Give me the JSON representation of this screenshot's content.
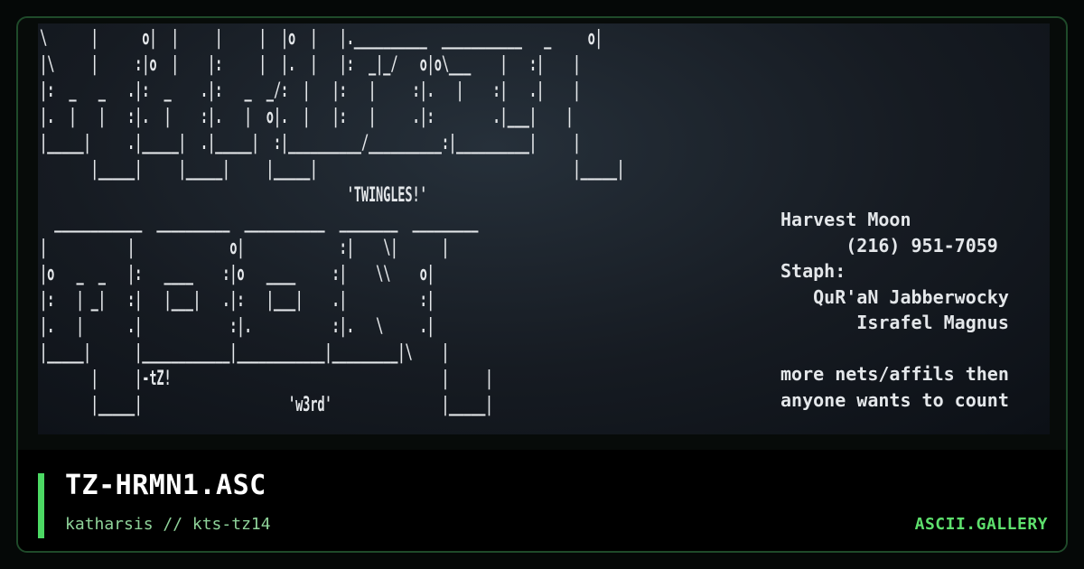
{
  "preview": {
    "ascii_lines": [
      "\\      |      o|  |     |     |  |o  |   |.__________  ___________   _     o|",
      "|\\     |     :|o  |    |:     |  |.  |   |:  _|_/   o|o\\___    |   :|    |",
      "|:  _   _   .|:  _    .|:   _  _/:  |   |:   |     :|.   |    :|   .|    |",
      "|.  |   |   :|.  |    :|.   |  o|.  |   |:   |     .|:        .|___|    |",
      "|_____|     .|_____|  .|_____|  :|__________/__________:|__________|     |",
      "       |_____|     |_____|     |_____|                                   |_____|",
      "                                          'TWINGLES!'",
      "  ____________  __________  ___________  ________  _________",
      "|           |             o|             :|    \\|      |",
      "|o   _  _   |:   ____    :|o   ____     :|    \\\\    o|",
      "|:   | _|   :|   |___|   .|:   |___|    .|          :|",
      "|.   |      .|            :|.           :|.   \\     .|",
      "|_____|      |____________|____________|_________|\\    |",
      "       |     |-tZ!                                     |     |",
      "       |_____|                    'w3rd'               |_____|"
    ],
    "info_lines": [
      "Harvest Moon",
      "      (216) 951-7059",
      "Staph:",
      "   QuR'aN Jabberwocky",
      "       Israfel Magnus",
      "",
      "more nets/affils then",
      "anyone wants to count"
    ]
  },
  "footer": {
    "title": "TZ-HRMN1.ASC",
    "subtitle": "katharsis // kts-tz14",
    "brand": "ASCII.GALLERY"
  },
  "colors": {
    "accent": "#4cd964",
    "brand": "#5ee06d",
    "subtitle": "#8fd39a",
    "background": "#000000"
  }
}
